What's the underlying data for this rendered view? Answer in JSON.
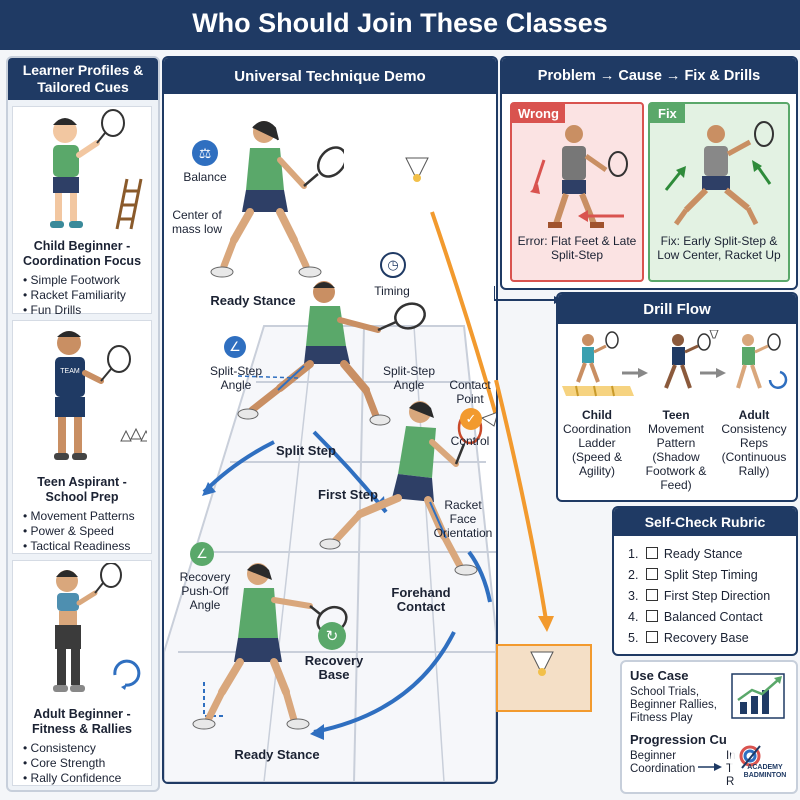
{
  "header": {
    "title": "Who Should Join These Classes"
  },
  "learner_panel": {
    "title": "Learner Profiles & Tailored Cues",
    "profiles": [
      {
        "title": "Child Beginner - Coordination Focus",
        "bullets": [
          "Simple Footwork",
          "Racket Familiarity",
          "Fun Drills"
        ]
      },
      {
        "title": "Teen Aspirant - School Prep",
        "jersey": "TEAM",
        "bullets": [
          "Movement Patterns",
          "Power & Speed",
          "Tactical Readiness"
        ]
      },
      {
        "title": "Adult Beginner - Fitness & Rallies",
        "bullets": [
          "Consistency",
          "Core Strength",
          "Rally Confidence"
        ]
      }
    ]
  },
  "demo_panel": {
    "title": "Universal Technique Demo",
    "labels": {
      "balance": "Balance",
      "center_of_mass": "Center of mass low",
      "ready_stance_top": "Ready Stance",
      "timing": "Timing",
      "split_angle_left": "Split-Step Angle",
      "split_angle_right": "Split-Step Angle",
      "split_step": "Split Step",
      "contact_point": "Contact Point",
      "control": "Control",
      "first_step": "First Step",
      "racket_face": "Racket Face Orientation",
      "recovery_angle": "Recovery Push-Off Angle",
      "forehand_contact": "Forehand Contact",
      "recovery_base": "Recovery Base",
      "ready_stance_bottom": "Ready Stance"
    },
    "colors": {
      "shirt": "#5aa86a",
      "orange": "#f29a2e",
      "blue": "#2f6fc0",
      "court": "#d8dde6"
    }
  },
  "problem_panel": {
    "title": "Problem → Cause → Fix & Drills",
    "wrong": {
      "tag": "Wrong",
      "caption": "Error: Flat Feet & Late Split-Step"
    },
    "fix": {
      "tag": "Fix",
      "caption": "Fix: Early Split-Step & Low Center, Racket Up"
    }
  },
  "drill_panel": {
    "title": "Drill Flow",
    "stages": [
      {
        "name": "Child",
        "desc": "Coordination Ladder (Speed & Agility)"
      },
      {
        "name": "Teen",
        "desc": "Movement Pattern (Shadow Footwork & Feed)"
      },
      {
        "name": "Adult",
        "desc": "Consistency Reps (Continuous Rally)"
      }
    ]
  },
  "rubric_panel": {
    "title": "Self-Check Rubric",
    "items": [
      "Ready Stance",
      "Split Step Timing",
      "First Step Direction",
      "Balanced Contact",
      "Recovery Base"
    ]
  },
  "usecase_panel": {
    "title": "Use Case",
    "text": "School Trials, Beginner Rallies, Fitness Play",
    "progression_title": "Progression Cu",
    "progression_text": "Beginner Coordination",
    "progression_right": "In T R"
  },
  "logo": {
    "text": "ACADEMY BADMINTON"
  }
}
